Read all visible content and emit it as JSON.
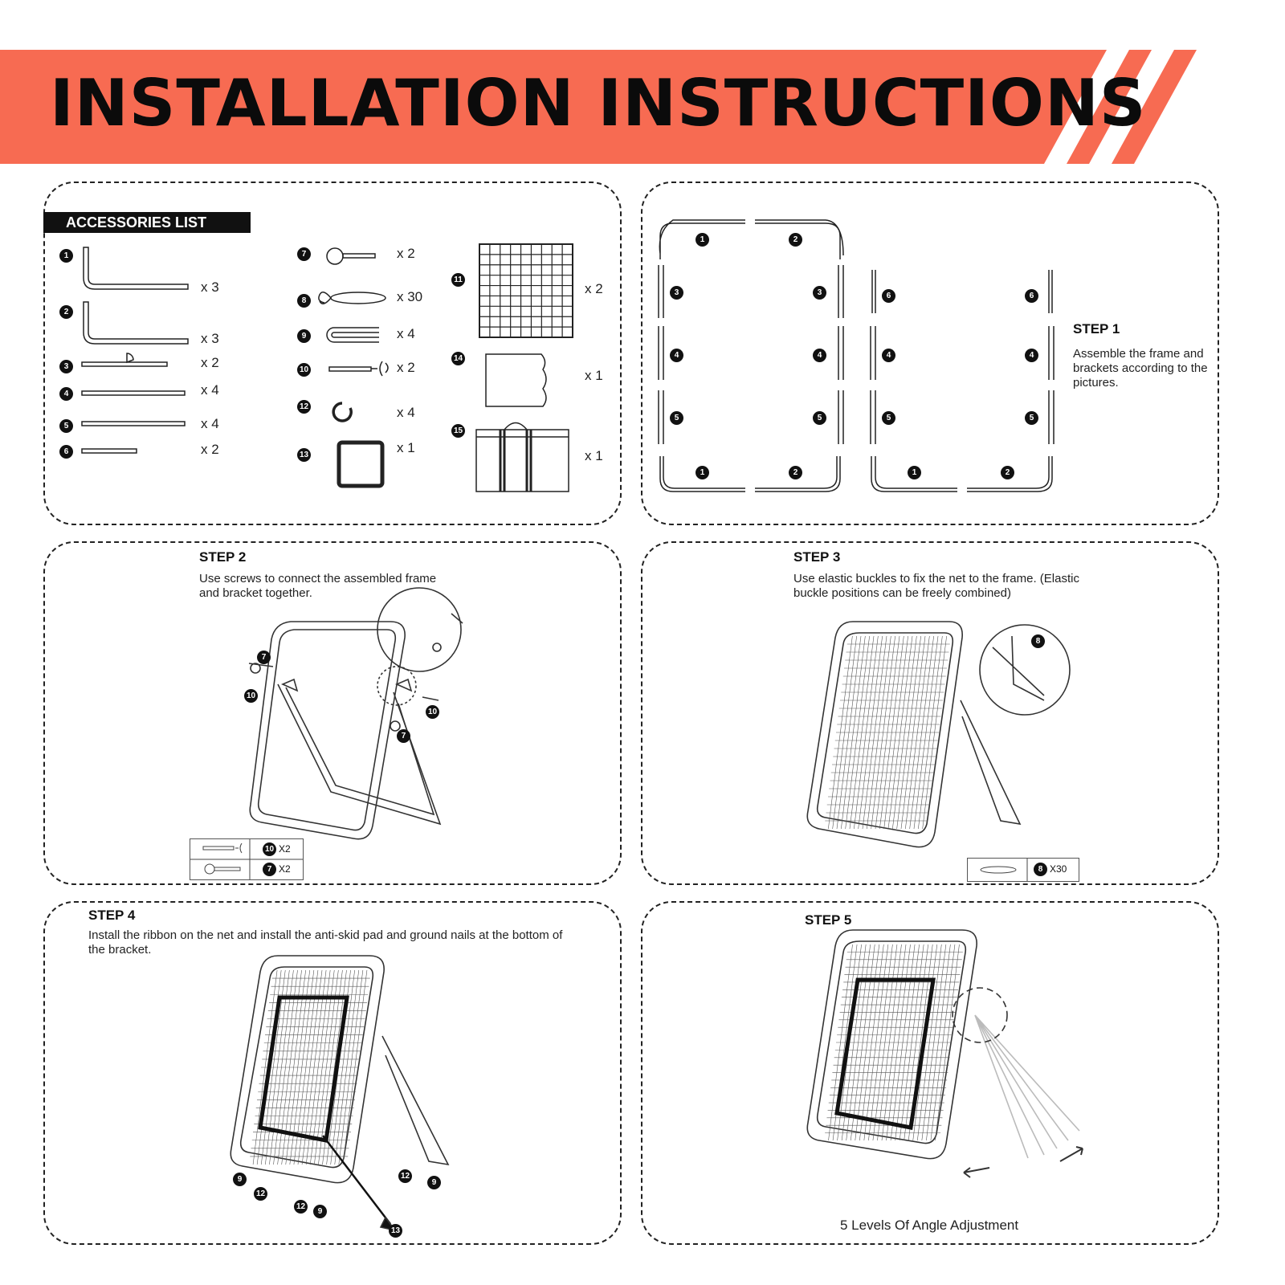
{
  "header": {
    "title": "INSTALLATION INSTRUCTIONS",
    "accent": "#f76b52"
  },
  "accessories": {
    "label": "ACCESSORIES LIST",
    "items": [
      {
        "num": "1",
        "qty": "x 3",
        "icon": "l-tube-icon"
      },
      {
        "num": "2",
        "qty": "x 3",
        "icon": "l-tube-icon"
      },
      {
        "num": "3",
        "qty": "x 2",
        "icon": "bracket-tube-icon"
      },
      {
        "num": "4",
        "qty": "x 4",
        "icon": "straight-tube-icon"
      },
      {
        "num": "5",
        "qty": "x 4",
        "icon": "straight-tube-icon"
      },
      {
        "num": "6",
        "qty": "x 2",
        "icon": "short-tube-icon"
      },
      {
        "num": "7",
        "qty": "x 2",
        "icon": "knob-icon"
      },
      {
        "num": "8",
        "qty": "x 30",
        "icon": "elastic-buckle-icon"
      },
      {
        "num": "9",
        "qty": "x 4",
        "icon": "u-nail-icon"
      },
      {
        "num": "10",
        "qty": "x 2",
        "icon": "screw-icon"
      },
      {
        "num": "12",
        "qty": "x 4",
        "icon": "ring-icon"
      },
      {
        "num": "13",
        "qty": "x 1",
        "icon": "ribbon-icon"
      },
      {
        "num": "11",
        "qty": "x 2",
        "icon": "net-icon"
      },
      {
        "num": "14",
        "qty": "x 1",
        "icon": "pad-icon"
      },
      {
        "num": "15",
        "qty": "x 1",
        "icon": "bag-icon"
      }
    ]
  },
  "step1": {
    "title": "STEP 1",
    "text": "Assemble the frame and brackets according to the pictures.",
    "labels": [
      "1",
      "2",
      "3",
      "3",
      "4",
      "4",
      "5",
      "5",
      "1",
      "2",
      "6",
      "6",
      "4",
      "4",
      "5",
      "5",
      "1",
      "2"
    ]
  },
  "step2": {
    "title": "STEP 2",
    "text": "Use screws to connect the assembled frame and bracket together.",
    "labels": [
      "7",
      "10",
      "10",
      "7"
    ],
    "legend": [
      {
        "num": "10",
        "count": "X2"
      },
      {
        "num": "7",
        "count": "X2"
      }
    ]
  },
  "step3": {
    "title": "STEP 3",
    "text": "Use elastic buckles to fix the net to the frame. (Elastic buckle positions can be freely combined)",
    "labels": [
      "8"
    ],
    "legend": [
      {
        "num": "8",
        "count": "X30"
      }
    ]
  },
  "step4": {
    "title": "STEP 4",
    "text": "Install the ribbon on the net and install the anti-skid pad and ground nails at the bottom of the bracket.",
    "labels": [
      "9",
      "12",
      "12",
      "9",
      "12",
      "9",
      "13"
    ]
  },
  "step5": {
    "title": "STEP 5",
    "caption": "5 Levels Of Angle Adjustment"
  }
}
